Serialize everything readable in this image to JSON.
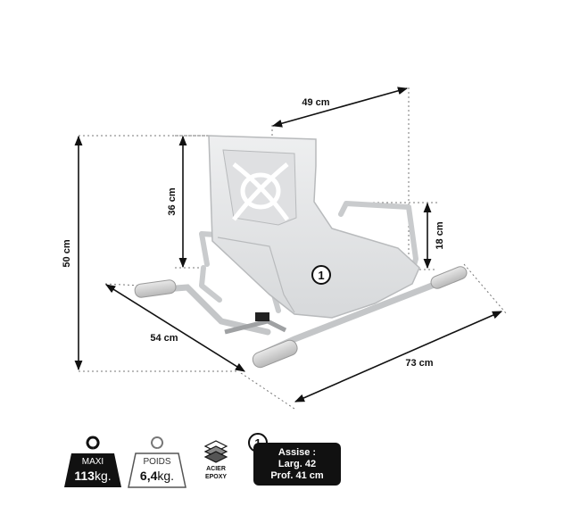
{
  "dimensions": {
    "width_top": "49 cm",
    "backrest_height": "36 cm",
    "total_height": "50 cm",
    "armrest_height": "18 cm",
    "depth": "54 cm",
    "total_width": "73 cm"
  },
  "seat_marker": "1",
  "footer": {
    "max_load": {
      "label": "MAXI",
      "value": "113",
      "unit": "kg."
    },
    "weight": {
      "label": "POIDS",
      "value": "6,4",
      "unit": "kg."
    },
    "material": {
      "line1": "ACIER",
      "line2": "EPOXY"
    },
    "seat": {
      "marker": "1",
      "title": "Assise :",
      "width": "Larg. 42",
      "depth": "Prof. 41 cm"
    }
  },
  "colors": {
    "frame": "#d4d6d8",
    "seat": "#e6e7e8",
    "grip": "#cfcfcf",
    "dark": "#111111"
  }
}
